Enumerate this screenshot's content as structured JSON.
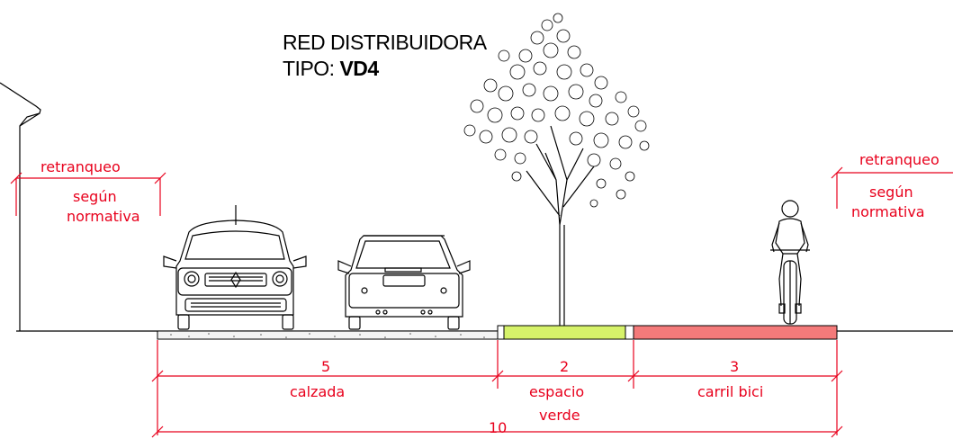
{
  "title": {
    "line1": "RED DISTRIBUIDORA",
    "tipo_prefix": "TIPO:",
    "tipo_code": "VD4"
  },
  "setback_left": {
    "label": "retranqueo",
    "note_line1": "según",
    "note_line2": "normativa"
  },
  "setback_right": {
    "label": "retranqueo",
    "note_line1": "según",
    "note_line2": "normativa"
  },
  "sections": [
    {
      "width": "5",
      "label_line1": "calzada",
      "label_line2": ""
    },
    {
      "width": "2",
      "label_line1": "espacio",
      "label_line2": "verde"
    },
    {
      "width": "3",
      "label_line1": "carril bici",
      "label_line2": ""
    }
  ],
  "total_width": "10",
  "colors": {
    "dimension_red": "#e8001c",
    "green_strip": "#d6f26a",
    "bike_lane": "#f47a7a",
    "line": "#000000"
  }
}
